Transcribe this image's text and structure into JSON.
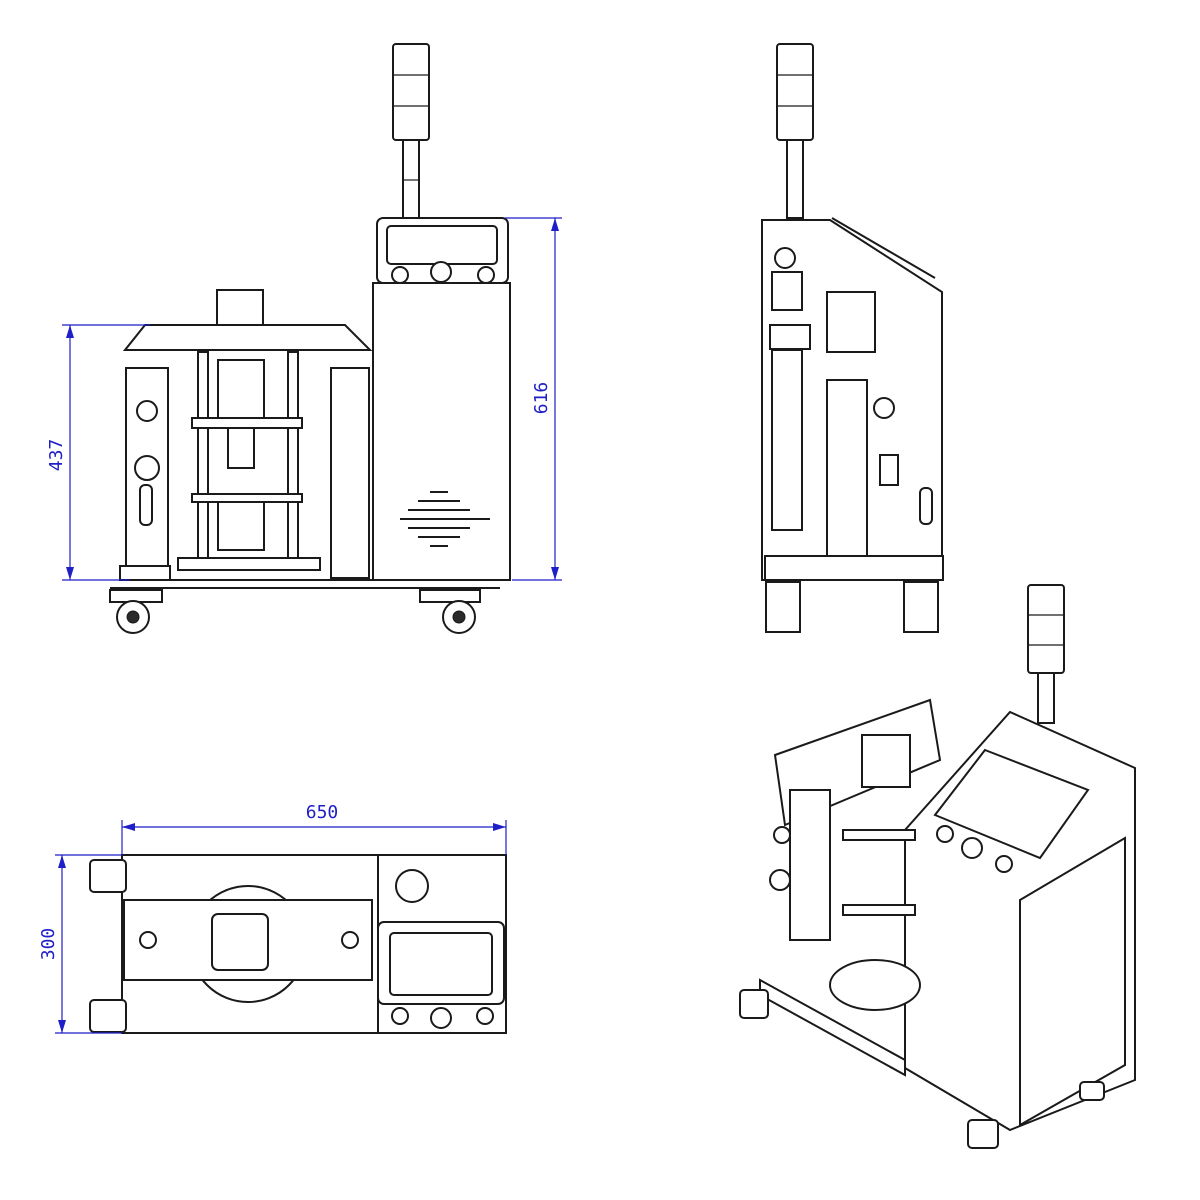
{
  "drawing": {
    "dimensions": {
      "front_height": "437",
      "total_height": "616",
      "top_width": "650",
      "top_depth": "300"
    },
    "colors": {
      "line": "#1a1a1a",
      "dimension": "#1f1fc8",
      "background": "#ffffff"
    }
  }
}
